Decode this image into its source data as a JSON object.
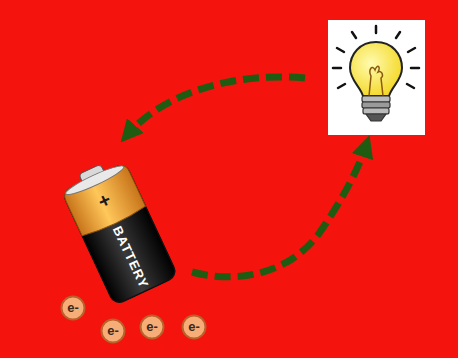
{
  "diagram": {
    "nodes": [
      {
        "text": [
          "+",
          "BATTERY"
        ]
      },
      {
        "text": [
          "e-"
        ]
      },
      {
        "text": [
          "e-"
        ]
      },
      {
        "text": [
          "e-"
        ]
      },
      {
        "text": [
          "e-"
        ]
      }
    ]
  }
}
